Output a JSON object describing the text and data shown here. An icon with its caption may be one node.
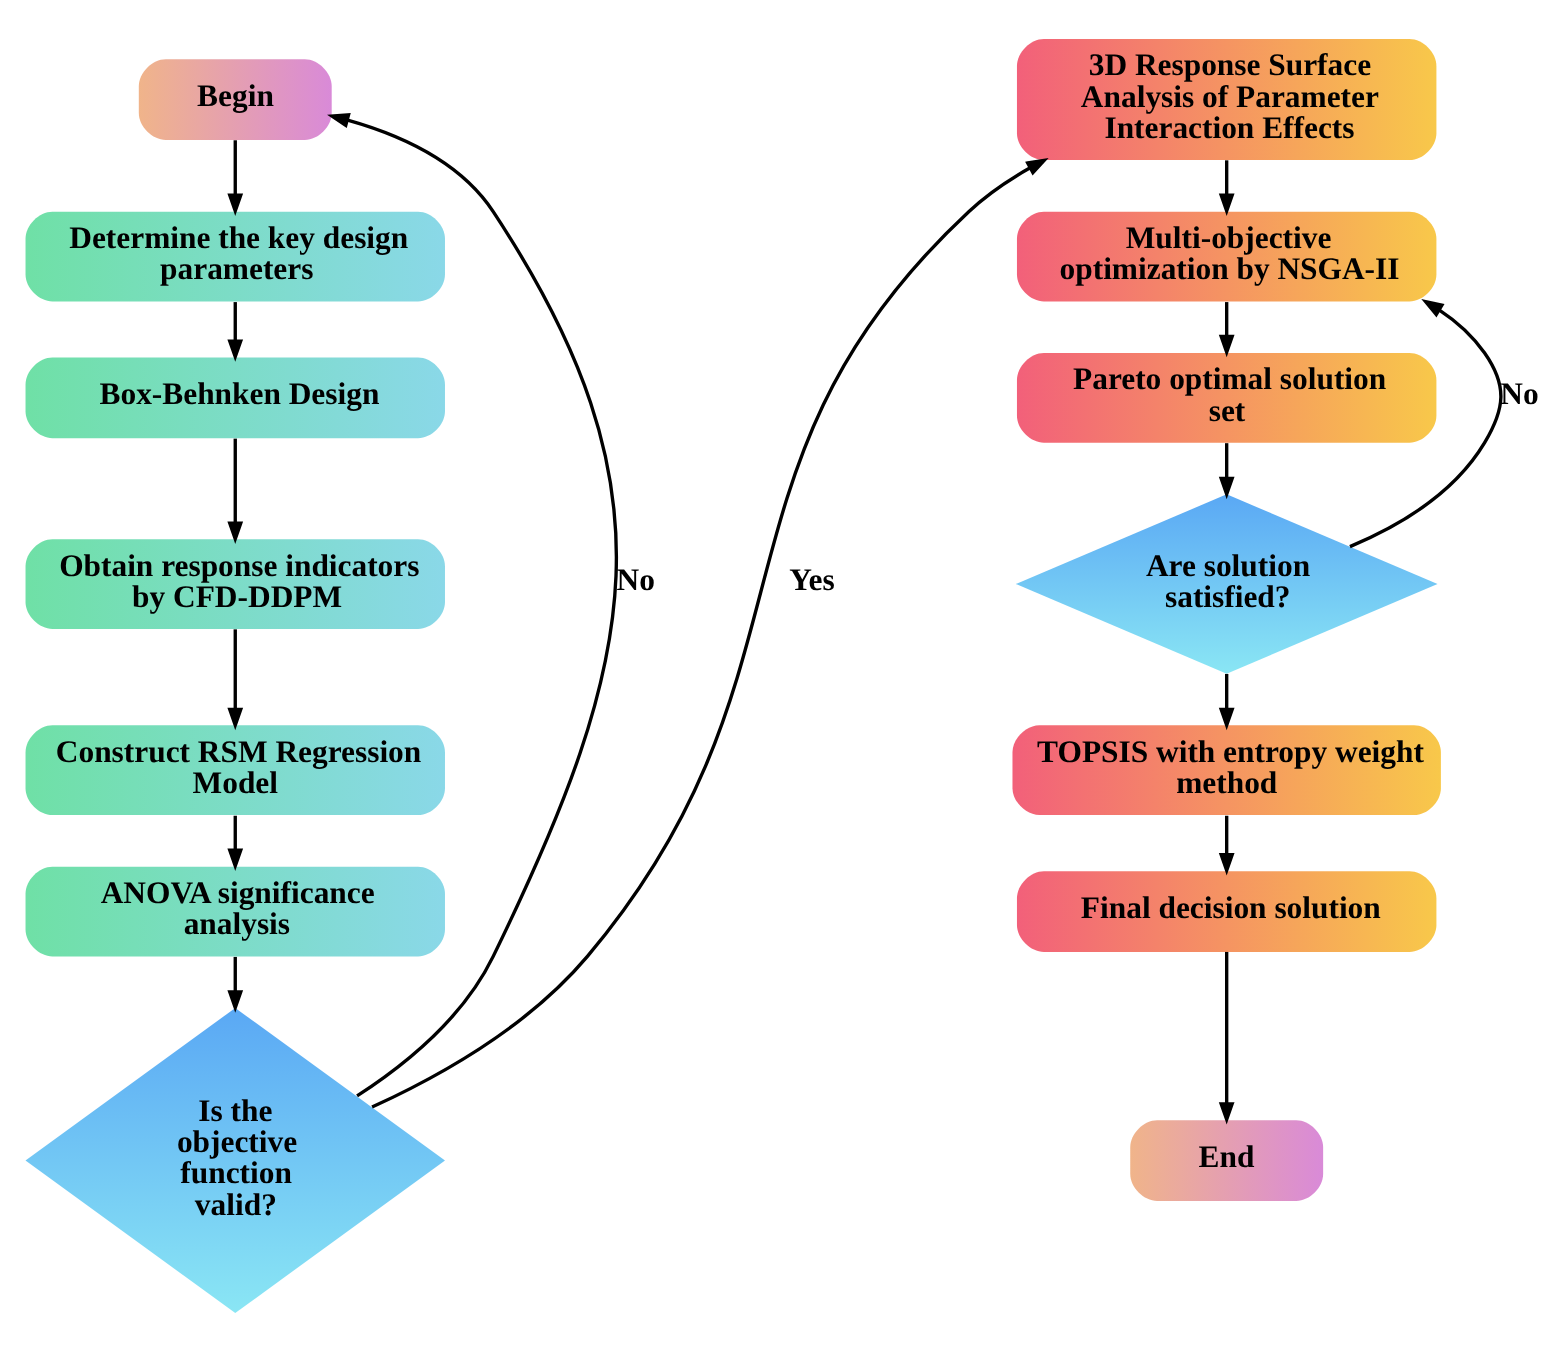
{
  "diagram": {
    "nodes": [
      {
        "text": [
          "Begin"
        ]
      },
      {
        "text": [
          "Determine the key design parameters"
        ]
      },
      {
        "text": [
          "Box-Behnken Design"
        ]
      },
      {
        "text": [
          "Obtain response indicators by CFD-DDPM"
        ]
      },
      {
        "text": [
          "Construct RSM Regression Model"
        ]
      },
      {
        "text": [
          "ANOVA significance analysis"
        ]
      },
      {
        "text": [
          "Is the objective function valid?"
        ]
      },
      {
        "text": [
          "3D Response Surface Analysis of Parameter Interaction Effects"
        ]
      },
      {
        "text": [
          "Multi-objective optimization by NSGA-II"
        ]
      },
      {
        "text": [
          "Pareto optimal solution set"
        ]
      },
      {
        "text": [
          "Are solution satisfied?"
        ]
      },
      {
        "text": [
          "TOPSIS with entropy weight method"
        ]
      },
      {
        "text": [
          "Final decision solution"
        ]
      },
      {
        "text": [
          "End"
        ]
      }
    ],
    "edges": [
      {
        "from": 0,
        "to": 1,
        "arrow": "to"
      },
      {
        "from": 1,
        "to": 2,
        "arrow": "to"
      },
      {
        "from": 2,
        "to": 3,
        "arrow": "to"
      },
      {
        "from": 3,
        "to": 4,
        "arrow": "to"
      },
      {
        "from": 4,
        "to": 5,
        "arrow": "to"
      },
      {
        "from": 5,
        "to": 6,
        "arrow": "to"
      },
      {
        "from": 6,
        "to": 0,
        "arrow": "to",
        "label": "No"
      },
      {
        "from": 6,
        "to": 7,
        "arrow": "to",
        "label": "Yes"
      },
      {
        "from": 7,
        "to": 8,
        "arrow": "to"
      },
      {
        "from": 8,
        "to": 9,
        "arrow": "to"
      },
      {
        "from": 9,
        "to": 10,
        "arrow": "to"
      },
      {
        "from": 10,
        "to": 8,
        "arrow": "to",
        "label": "No"
      },
      {
        "from": 10,
        "to": 11,
        "arrow": "to"
      },
      {
        "from": 11,
        "to": 12,
        "arrow": "to"
      },
      {
        "from": 12,
        "to": 13,
        "arrow": "to"
      }
    ]
  }
}
